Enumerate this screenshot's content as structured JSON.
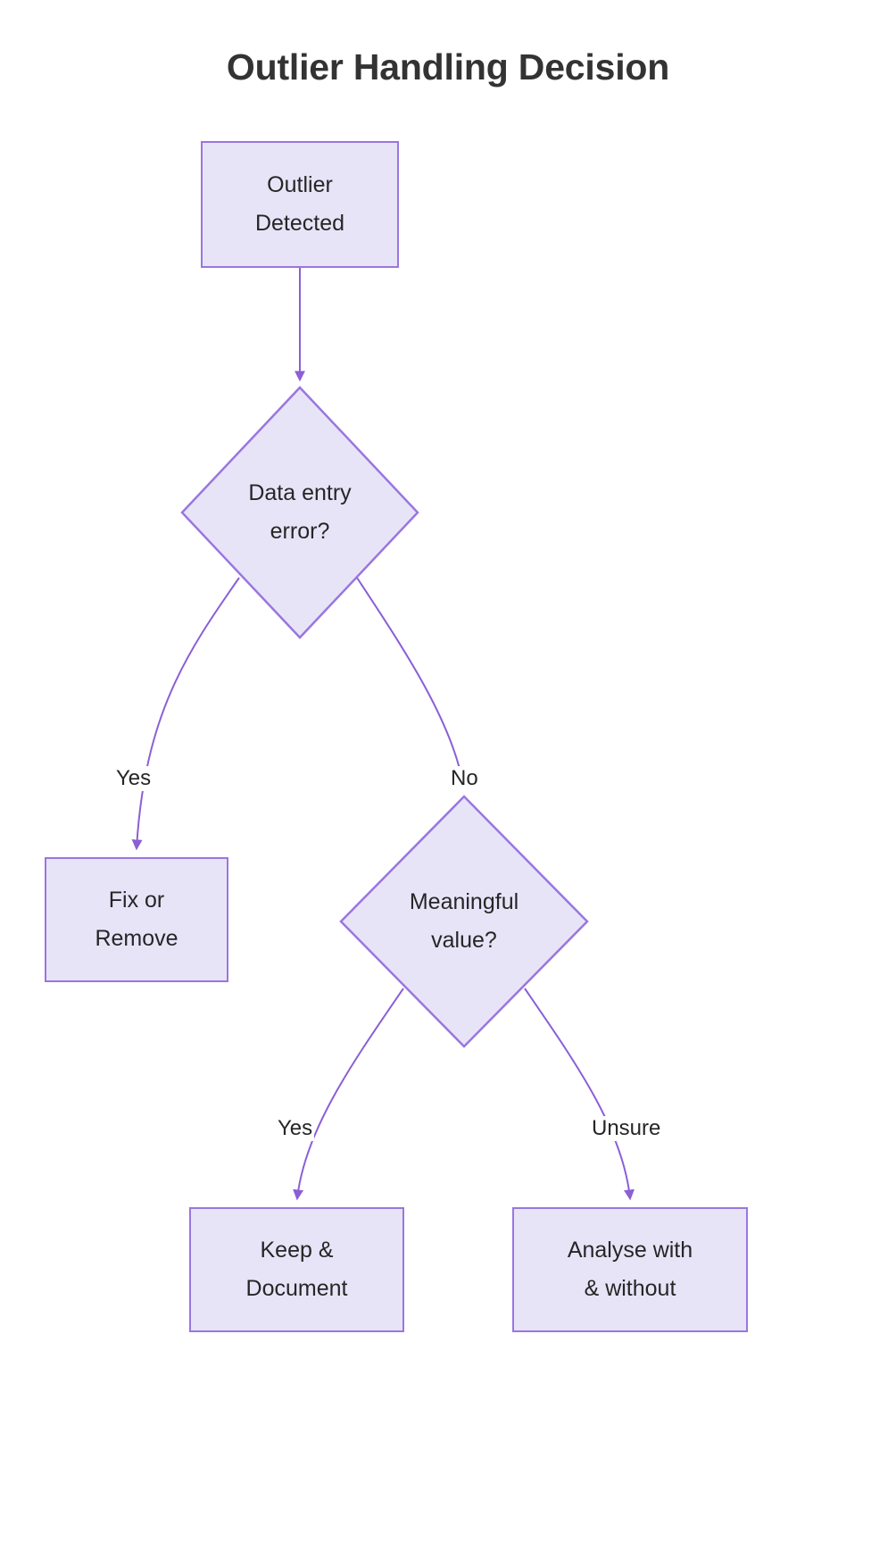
{
  "title": "Outlier Handling Decision",
  "theme": {
    "node_fill": "#e8e4f8",
    "node_stroke": "#9a76df",
    "edge_stroke": "#8b5fd6",
    "text_color": "#262626",
    "title_color": "#333333",
    "background": "#ffffff"
  },
  "nodes": [
    {
      "id": "outlier-detected",
      "shape": "rect",
      "lines": [
        "Outlier",
        "Detected"
      ]
    },
    {
      "id": "data-entry-error",
      "shape": "diamond",
      "lines": [
        "Data entry",
        "error?"
      ]
    },
    {
      "id": "fix-or-remove",
      "shape": "rect",
      "lines": [
        "Fix or",
        "Remove"
      ]
    },
    {
      "id": "meaningful-value",
      "shape": "diamond",
      "lines": [
        "Meaningful",
        "value?"
      ]
    },
    {
      "id": "keep-and-document",
      "shape": "rect",
      "lines": [
        "Keep &",
        "Document"
      ]
    },
    {
      "id": "analyse-with-and-without",
      "shape": "rect",
      "lines": [
        "Analyse with",
        "& without"
      ]
    }
  ],
  "edges": [
    {
      "id": "e1",
      "from": "outlier-detected",
      "to": "data-entry-error",
      "label": ""
    },
    {
      "id": "e2",
      "from": "data-entry-error",
      "to": "fix-or-remove",
      "label": "Yes"
    },
    {
      "id": "e3",
      "from": "data-entry-error",
      "to": "meaningful-value",
      "label": "No"
    },
    {
      "id": "e4",
      "from": "meaningful-value",
      "to": "keep-and-document",
      "label": "Yes"
    },
    {
      "id": "e5",
      "from": "meaningful-value",
      "to": "analyse-with-and-without",
      "label": "Unsure"
    }
  ]
}
